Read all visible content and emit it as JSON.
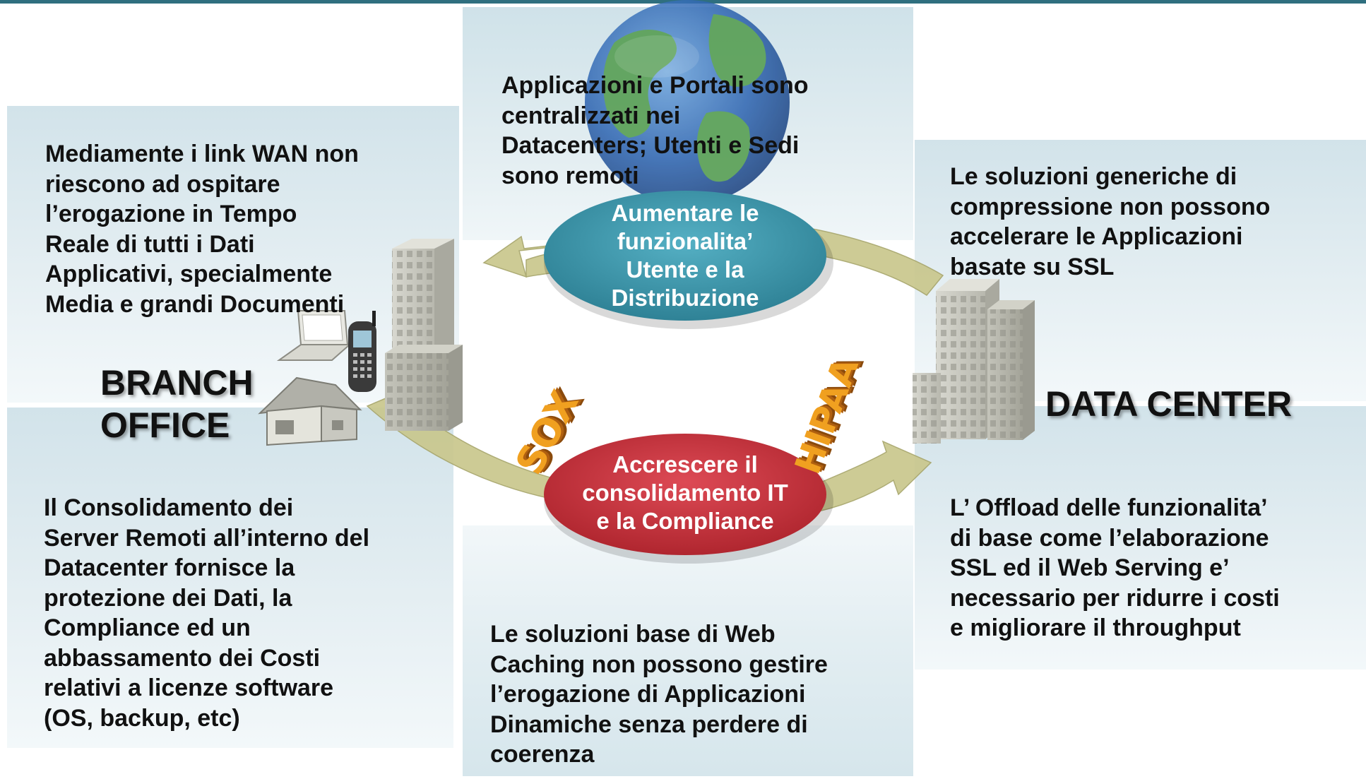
{
  "panels": {
    "top_left": [
      "Mediamente i link WAN non",
      "riescono ad ospitare",
      "l’erogazione in Tempo",
      "Reale di tutti i Dati",
      "Applicativi, specialmente",
      "Media e grandi Documenti"
    ],
    "top_center": [
      "Applicazioni e Portali sono",
      "centralizzati nei",
      "Datacenters; Utenti e Sedi",
      "sono remoti"
    ],
    "top_right": [
      "Le soluzioni generiche di",
      "compressione non possono",
      "accelerare le Applicazioni",
      "basate su SSL"
    ],
    "bottom_left": [
      "Il Consolidamento dei",
      "Server Remoti all’interno del",
      "Datacenter fornisce la",
      "protezione dei Dati, la",
      "Compliance ed un",
      "abbassamento dei Costi",
      "relativi a licenze software",
      "(OS, backup, etc)"
    ],
    "bottom_center": [
      "Le soluzioni base di Web",
      "Caching non possono gestire",
      "l’erogazione di Applicazioni",
      "Dinamiche senza perdere di",
      "coerenza"
    ],
    "bottom_right": [
      "L’ Offload delle funzionalita’",
      "di base come l’elaborazione",
      "SSL ed il Web Serving e’",
      "necessario per ridurre i costi",
      "e migliorare il throughput"
    ]
  },
  "labels": {
    "branch_office": [
      "BRANCH",
      "OFFICE"
    ],
    "data_center": "DATA CENTER"
  },
  "ovals": {
    "top": [
      "Aumentare le",
      "funzionalita’",
      "Utente e la",
      "Distribuzione"
    ],
    "bottom": [
      "Accrescere il",
      "consolidamento IT",
      "e la Compliance"
    ]
  },
  "badges": {
    "sox": "SOX",
    "hipaa": "HIPAA"
  },
  "colors": {
    "top_bar": "#2f6f7f",
    "oval_top": "#3f98ac",
    "oval_bottom": "#c8323e",
    "arrow": "#c9c78d",
    "badge": "#f0a020"
  },
  "icons": [
    "globe-icon",
    "office-building-icon",
    "laptop-icon",
    "mobile-phone-icon",
    "house-icon",
    "datacenter-building-icon"
  ]
}
